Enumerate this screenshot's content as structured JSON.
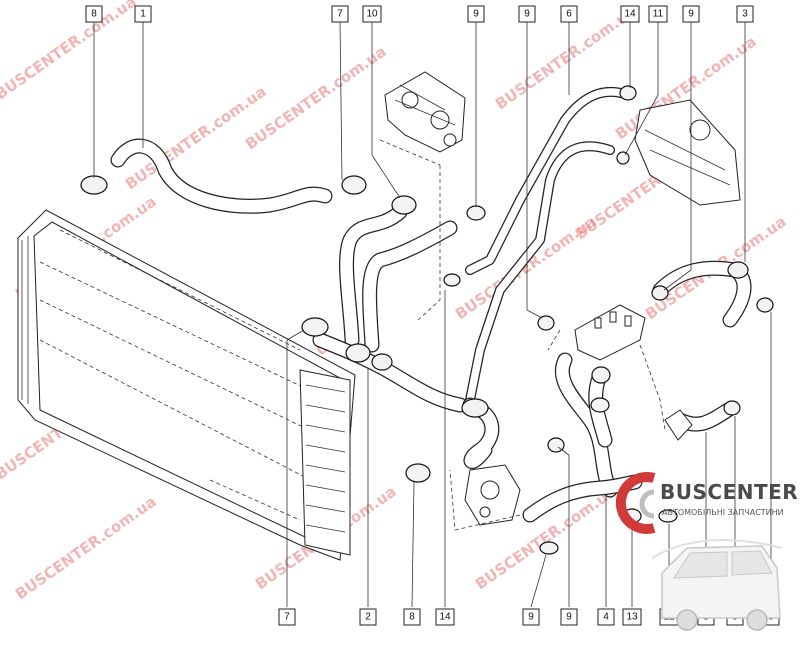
{
  "callouts": [
    {
      "label": "8"
    },
    {
      "label": "1"
    },
    {
      "label": "7"
    },
    {
      "label": "10"
    },
    {
      "label": "9"
    },
    {
      "label": "9"
    },
    {
      "label": "6"
    },
    {
      "label": "14"
    },
    {
      "label": "11"
    },
    {
      "label": "9"
    },
    {
      "label": "3"
    },
    {
      "label": "7"
    },
    {
      "label": "2"
    },
    {
      "label": "8"
    },
    {
      "label": "14"
    },
    {
      "label": "9"
    },
    {
      "label": "9"
    },
    {
      "label": "4"
    },
    {
      "label": "13"
    },
    {
      "label": "12"
    },
    {
      "label": "5"
    },
    {
      "label": "9"
    },
    {
      "label": "9"
    }
  ],
  "watermark": {
    "text": "BUSCENTER.com.ua",
    "color": "#e87a7a"
  },
  "brand": {
    "name": "BUSCENTER",
    "tagline": "АВТОМОБІЛЬНІ ЗАПЧАСТИНИ",
    "accent": "#d23a3a"
  }
}
